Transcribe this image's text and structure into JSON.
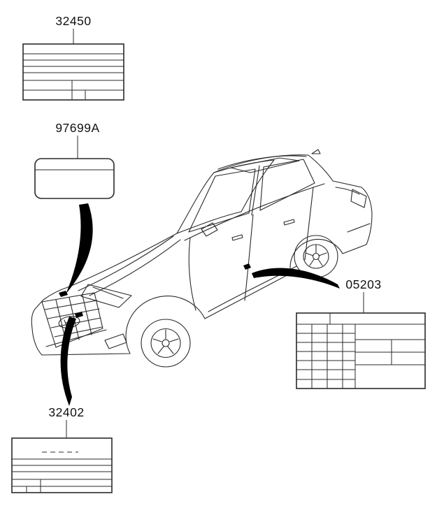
{
  "canvas": {
    "background": "#ffffff",
    "line_color": "#2a2a2a",
    "callout_color": "#000000"
  },
  "parts": [
    {
      "number": "32450"
    },
    {
      "number": "97699A"
    },
    {
      "number": "05203"
    },
    {
      "number": "32402"
    }
  ]
}
